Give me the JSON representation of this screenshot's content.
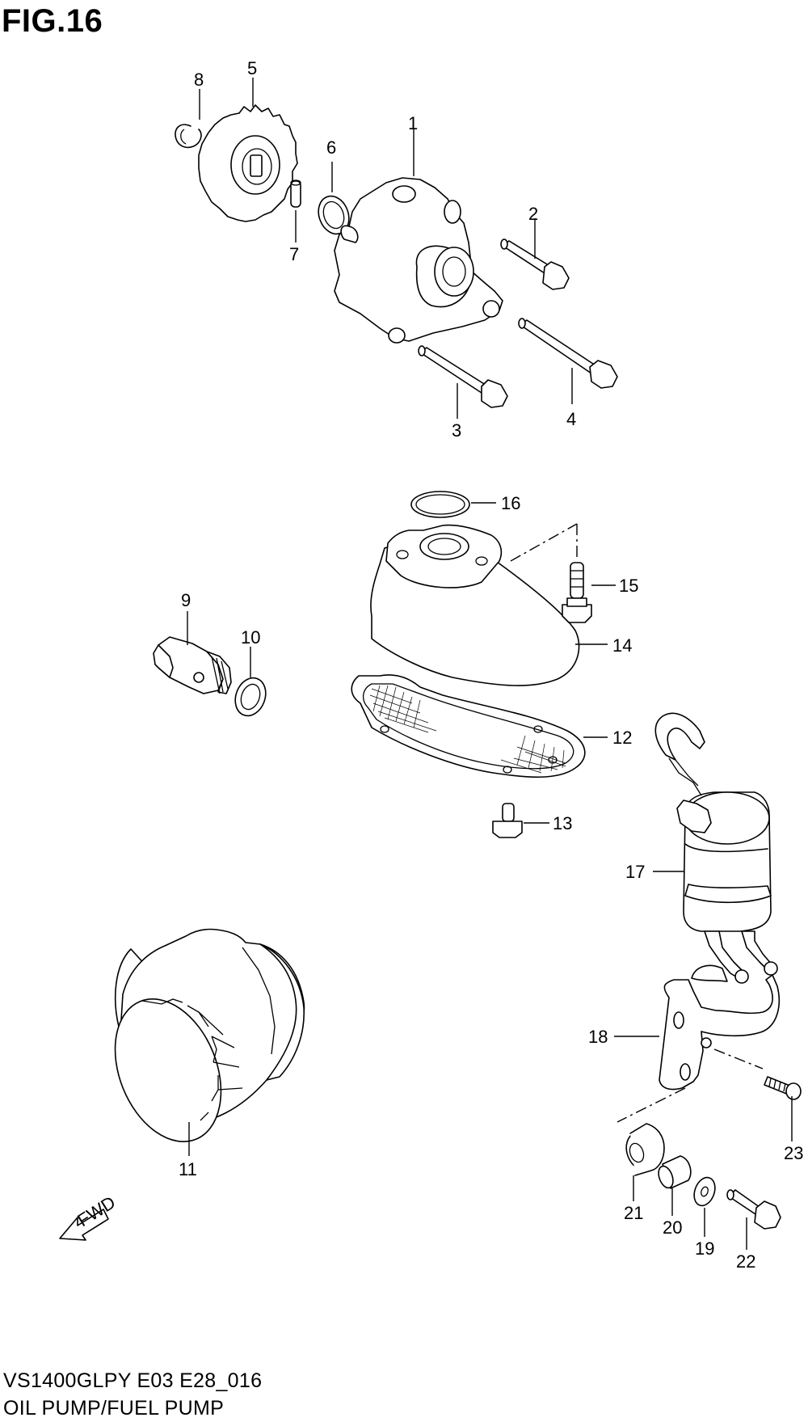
{
  "figure": {
    "title": "FIG.16"
  },
  "footer": {
    "model_code": "VS1400GLPY E03 E28_016",
    "caption": "OIL PUMP/FUEL PUMP"
  },
  "fwd_arrow": {
    "text": "FWD"
  },
  "callouts": {
    "p1": "1",
    "p2": "2",
    "p3": "3",
    "p4": "4",
    "p5": "5",
    "p6": "6",
    "p7": "7",
    "p8": "8",
    "p9": "9",
    "p10": "10",
    "p11": "11",
    "p12": "12",
    "p13": "13",
    "p14": "14",
    "p15": "15",
    "p16": "16",
    "p17": "17",
    "p18": "18",
    "p19": "19",
    "p20": "20",
    "p21": "21",
    "p22": "22",
    "p23": "23"
  }
}
